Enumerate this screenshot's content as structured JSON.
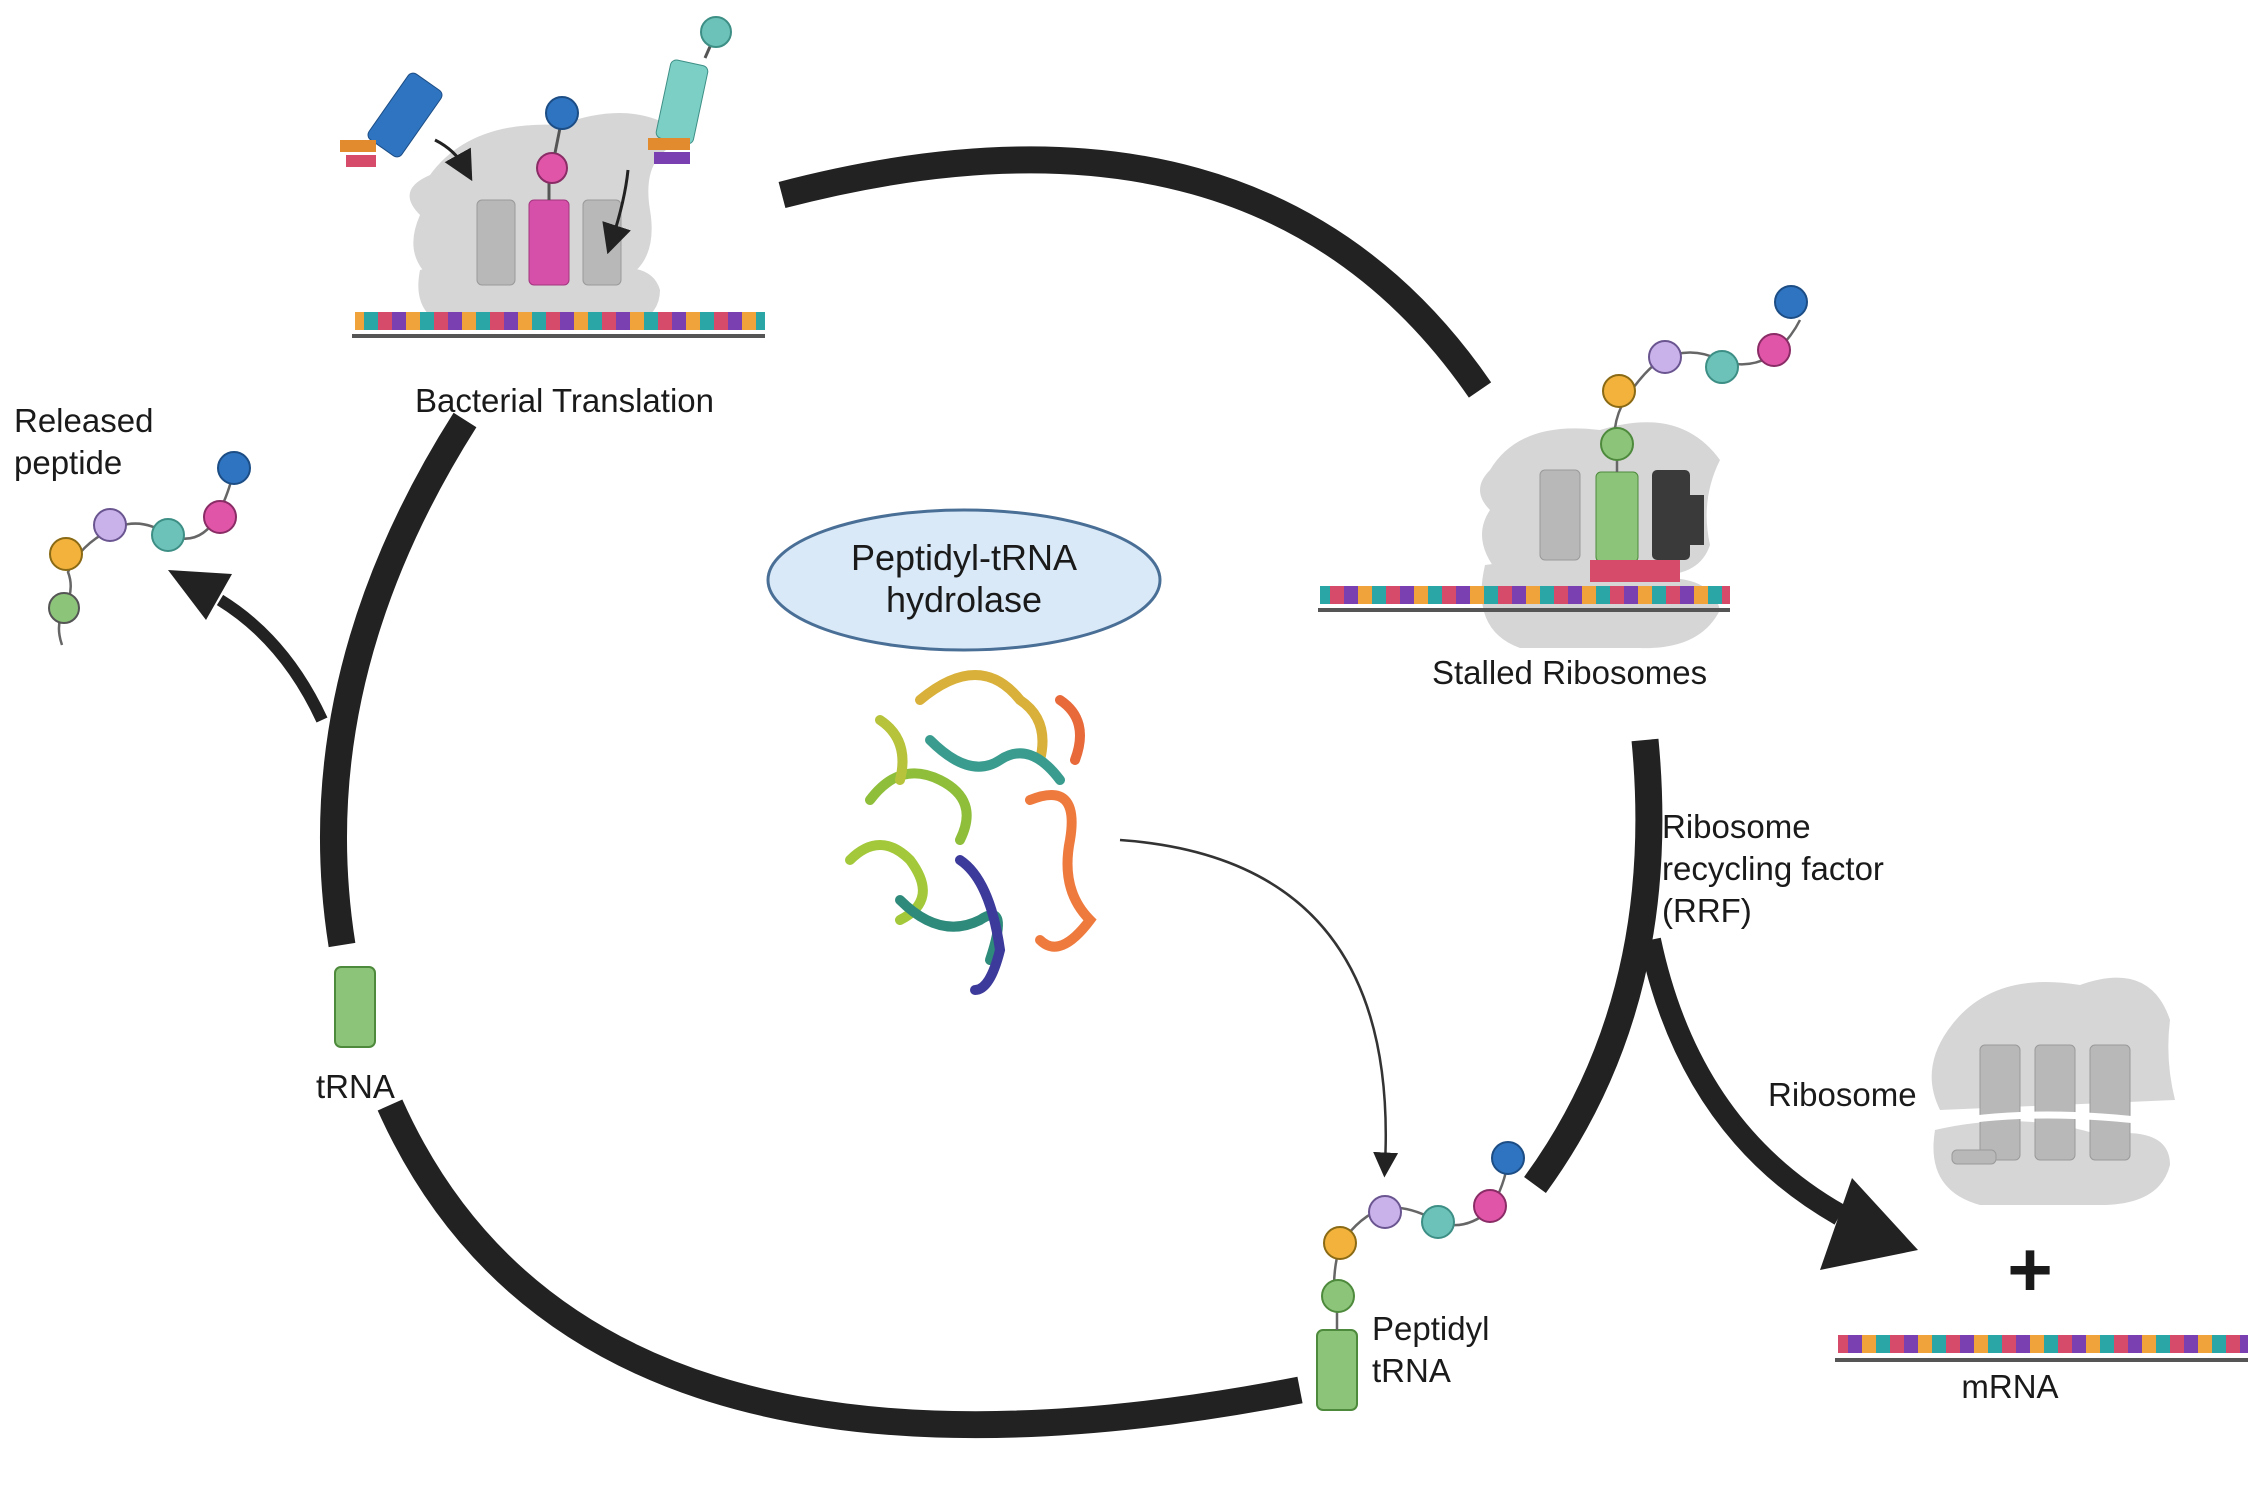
{
  "labels": {
    "bacterial_translation": "Bacterial Translation",
    "stalled_ribosomes": "Stalled Ribosomes",
    "released_peptide_line1": "Released",
    "released_peptide_line2": "peptide",
    "enzyme_line1": "Peptidyl-tRNA",
    "enzyme_line2": "hydrolase",
    "rrf_line1": "Ribosome",
    "rrf_line2": "recycling factor",
    "rrf_line3": "(RRF)",
    "ribosome": "Ribosome",
    "plus": "+",
    "mrna": "mRNA",
    "trna": "tRNA",
    "peptidyl_line1": "Peptidyl",
    "peptidyl_line2": "tRNA"
  },
  "colors": {
    "cycle_arrow": "#222222",
    "ribosome": "#d6d6d6",
    "ribosome_slot": "#b8b8b8",
    "trna_green": "#8cc47a",
    "trna_pink": "#d64fa8",
    "trna_teal": "#7ccfc4",
    "trna_blue": "#2f74c0",
    "ellipse_fill": "#d9e9f8",
    "ellipse_stroke": "#4a6f96",
    "bead_blue": "#2f74c0",
    "bead_pink": "#e055a8",
    "bead_teal": "#6cc2b8",
    "bead_lavender": "#c9b2ea",
    "bead_orange": "#f2b23c",
    "bead_green": "#8cc47a",
    "mrna_line": "#555555"
  },
  "icons": [
    "ribosome-icon",
    "trna-icon",
    "peptide-chain-icon",
    "mrna-strand-icon",
    "protein-structure-icon"
  ]
}
